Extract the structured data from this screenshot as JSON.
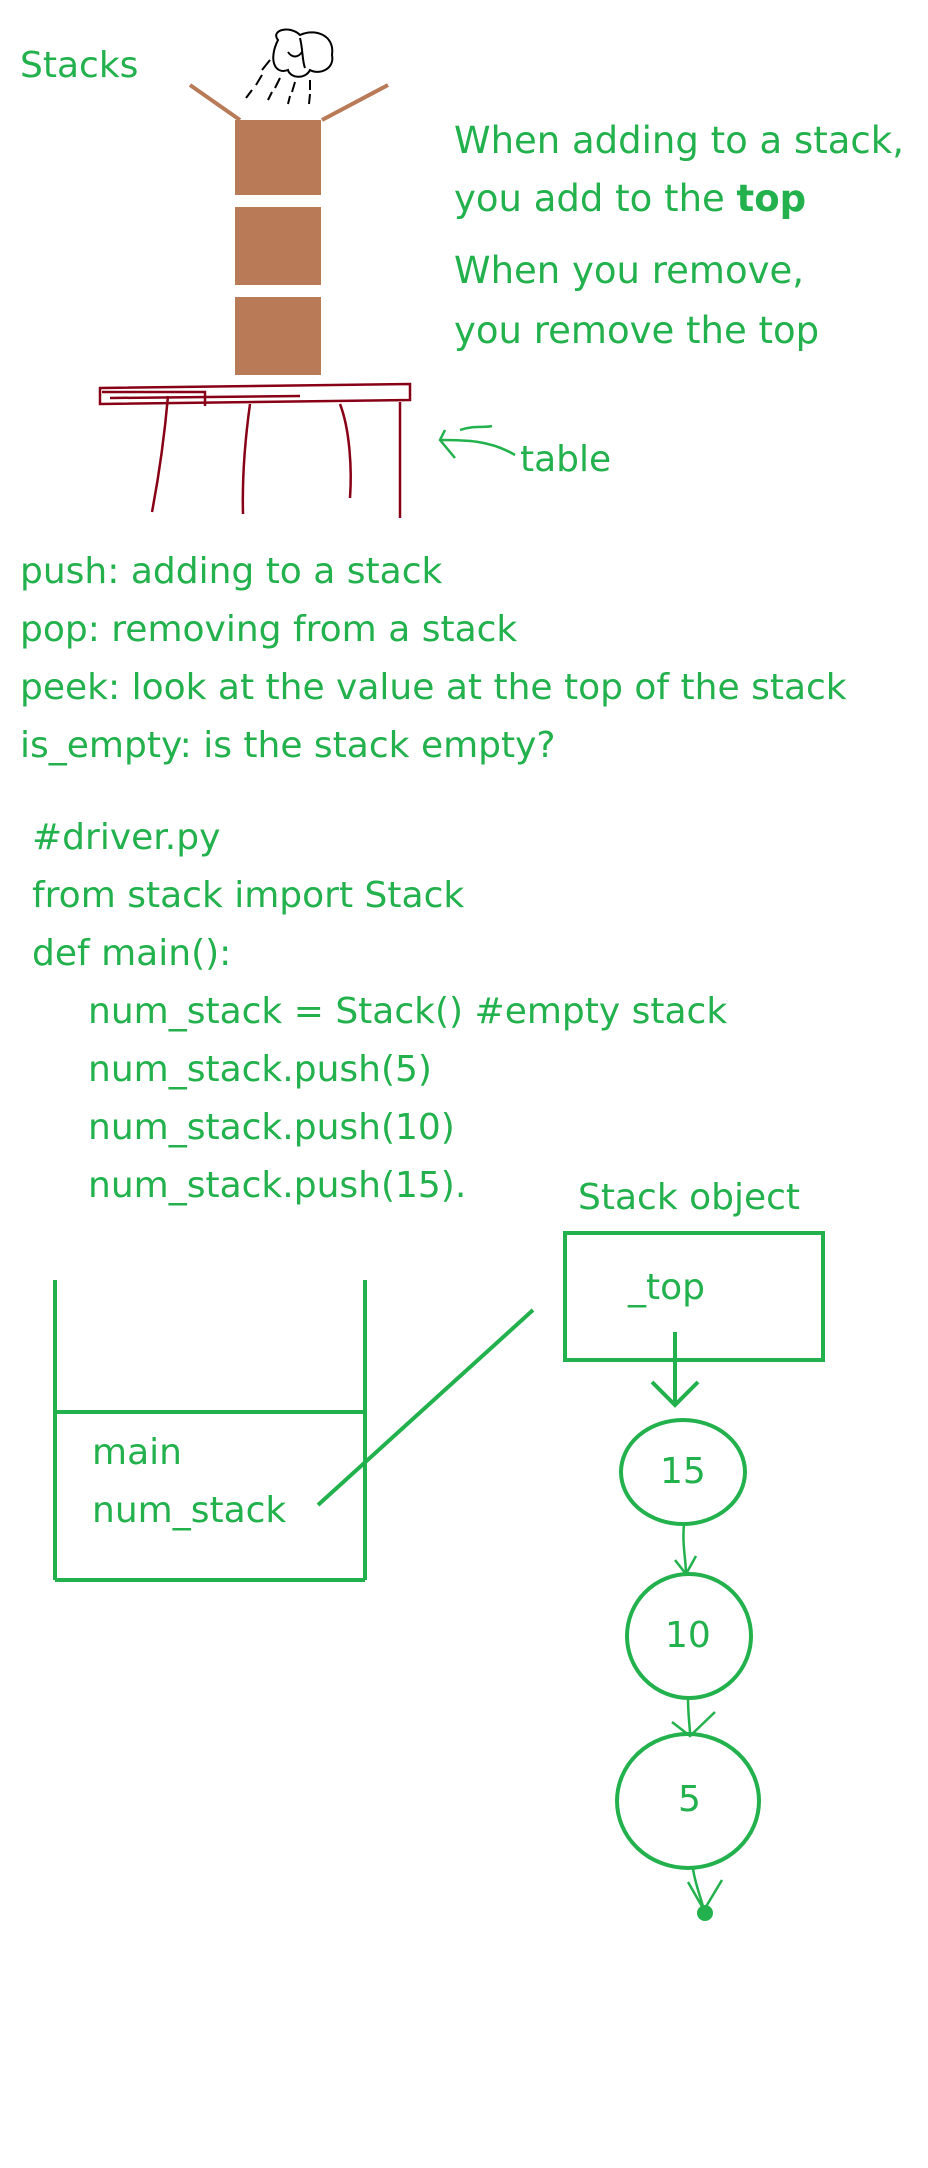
{
  "title": "Stacks",
  "notes": {
    "add_line1": "When adding to a stack,",
    "add_line2_prefix": "you add to the ",
    "add_line2_bold": "top",
    "remove_line1": "When you remove,",
    "remove_line2": "you remove the top"
  },
  "table_label": "table",
  "operations": [
    "push: adding to a stack",
    "pop: removing from a stack",
    "peek: look at the value at the top of the stack",
    "is_empty: is the stack empty?"
  ],
  "code": {
    "comment": "#driver.py",
    "import": "from stack import Stack",
    "def": "def main():",
    "body": [
      "num_stack = Stack() #empty stack",
      "num_stack.push(5)",
      "num_stack.push(10)",
      "num_stack.push(15)."
    ]
  },
  "call_stack": {
    "frame_name": "main",
    "variable": "num_stack"
  },
  "stack_object": {
    "label": "Stack object",
    "field": "_top"
  },
  "nodes": [
    "15",
    "10",
    "5"
  ],
  "colors": {
    "text": "#22b14c",
    "block": "#b97a57",
    "table": "#880015",
    "sketch": "#000000"
  }
}
